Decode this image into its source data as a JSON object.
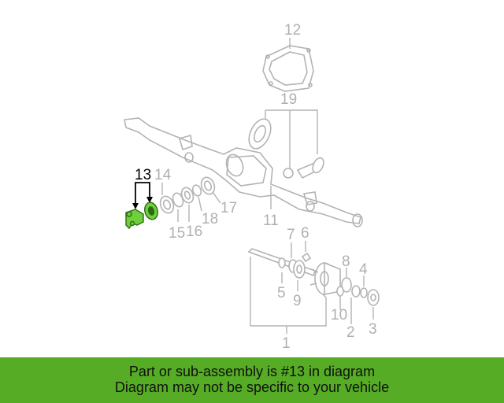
{
  "callouts": {
    "c1": "1",
    "c2": "2",
    "c3": "3",
    "c4": "4",
    "c5": "5",
    "c6": "6",
    "c7": "7",
    "c8": "8",
    "c9": "9",
    "c10": "10",
    "c11": "11",
    "c12": "12",
    "c13": "13",
    "c14": "14",
    "c15": "15",
    "c16": "16",
    "c17": "17",
    "c18": "18",
    "c19": "19"
  },
  "banner": {
    "line1": "Part or sub-assembly is #13 in diagram",
    "line2": "Diagram may not be specific to your vehicle"
  },
  "colors": {
    "banner_bg": "#56ac24",
    "highlight": "#6fcf3d",
    "line_gray": "#b3b3b3"
  }
}
